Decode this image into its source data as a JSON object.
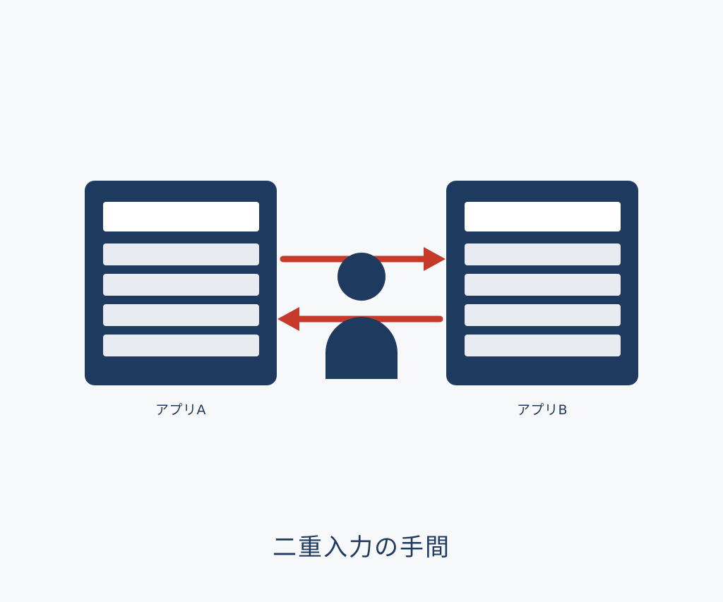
{
  "apps": [
    {
      "label": "アプリA"
    },
    {
      "label": "アプリB"
    }
  ],
  "title": "二重入力の手間",
  "colors": {
    "navy": "#1f3a5f",
    "arrow": "#c63a2c",
    "row": "#e8ebef",
    "header_row": "#ffffff",
    "background": "#f7f8fa"
  },
  "icons": [
    "user-icon",
    "arrow-right-icon",
    "arrow-left-icon"
  ]
}
